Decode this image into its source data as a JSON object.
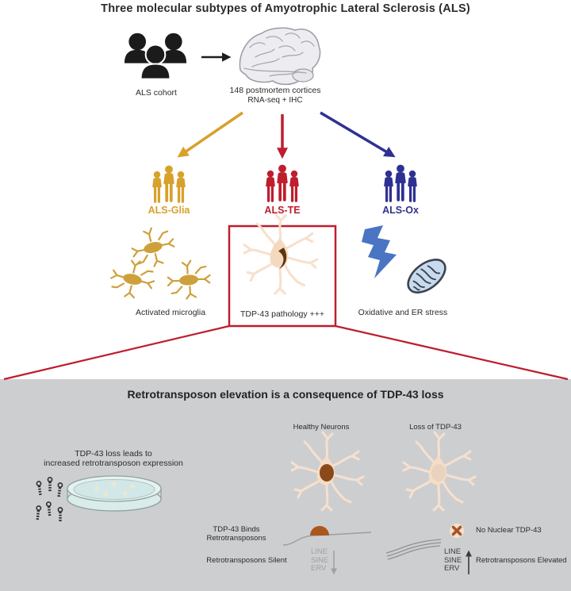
{
  "title": "Three molecular subtypes of Amyotrophic Lateral Sclerosis (ALS)",
  "top": {
    "cohort_label": "ALS cohort",
    "cortices_line1": "148 postmortem cortices",
    "cortices_line2": "RNA-seq + IHC"
  },
  "subtypes": [
    {
      "label": "ALS-Glia",
      "color": "#D7A12C",
      "feature": "Activated microglia"
    },
    {
      "label": "ALS-TE",
      "color": "#BE1E2D",
      "feature": "TDP-43 pathology +++"
    },
    {
      "label": "ALS-Ox",
      "color": "#2E3192",
      "feature": "Oxidative and ER stress"
    }
  ],
  "panel": {
    "title": "Retrotransposon elevation is a consequence of TDP-43 loss",
    "left_caption_line1": "TDP-43 loss leads to",
    "left_caption_line2": "increased retrotransposon expression",
    "healthy_neurons_label": "Healthy Neurons",
    "loss_tdp43_label": "Loss of TDP-43",
    "binds_label": "TDP-43 Binds Retrotransposons",
    "silent_label": "Retrotransposons Silent",
    "no_nuclear_label": "No Nuclear TDP-43",
    "elevated_label": "Retrotransposons Elevated",
    "retro_elements": [
      "LINE",
      "SINE",
      "ERV"
    ]
  },
  "colors": {
    "gold": "#D7A12C",
    "red": "#BE1E2D",
    "blue": "#2E3192",
    "bolt_blue": "#4A74C4",
    "panel_gray": "#CDCED0",
    "tdp43_brown": "#8B491B",
    "aggregate_brown": "#5E3410",
    "neuron_peach": "#F5D9BF"
  }
}
